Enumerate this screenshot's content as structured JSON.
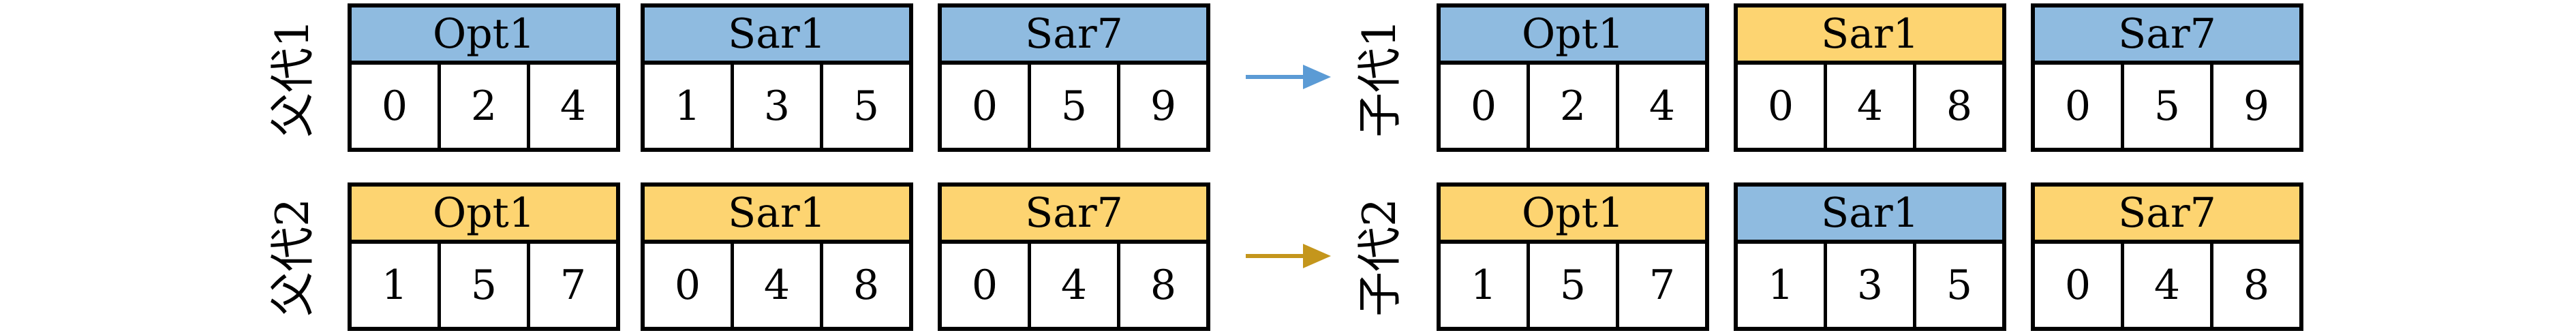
{
  "colors": {
    "blue": "#8fbbe0",
    "yellow": "#fdd471",
    "arrow_blue": "#5b9bd5",
    "arrow_gold": "#c4961c"
  },
  "parents": [
    {
      "label": "父代1",
      "genes": [
        {
          "name": "Opt1",
          "color": "blue",
          "values": [
            "0",
            "2",
            "4"
          ]
        },
        {
          "name": "Sar1",
          "color": "blue",
          "values": [
            "1",
            "3",
            "5"
          ]
        },
        {
          "name": "Sar7",
          "color": "blue",
          "values": [
            "0",
            "5",
            "9"
          ]
        }
      ]
    },
    {
      "label": "父代2",
      "genes": [
        {
          "name": "Opt1",
          "color": "yellow",
          "values": [
            "1",
            "5",
            "7"
          ]
        },
        {
          "name": "Sar1",
          "color": "yellow",
          "values": [
            "0",
            "4",
            "8"
          ]
        },
        {
          "name": "Sar7",
          "color": "yellow",
          "values": [
            "0",
            "4",
            "8"
          ]
        }
      ]
    }
  ],
  "children": [
    {
      "label": "子代1",
      "genes": [
        {
          "name": "Opt1",
          "color": "blue",
          "values": [
            "0",
            "2",
            "4"
          ]
        },
        {
          "name": "Sar1",
          "color": "yellow",
          "values": [
            "0",
            "4",
            "8"
          ]
        },
        {
          "name": "Sar7",
          "color": "blue",
          "values": [
            "0",
            "5",
            "9"
          ]
        }
      ]
    },
    {
      "label": "子代2",
      "genes": [
        {
          "name": "Opt1",
          "color": "yellow",
          "values": [
            "1",
            "5",
            "7"
          ]
        },
        {
          "name": "Sar1",
          "color": "blue",
          "values": [
            "1",
            "3",
            "5"
          ]
        },
        {
          "name": "Sar7",
          "color": "yellow",
          "values": [
            "0",
            "4",
            "8"
          ]
        }
      ]
    }
  ]
}
